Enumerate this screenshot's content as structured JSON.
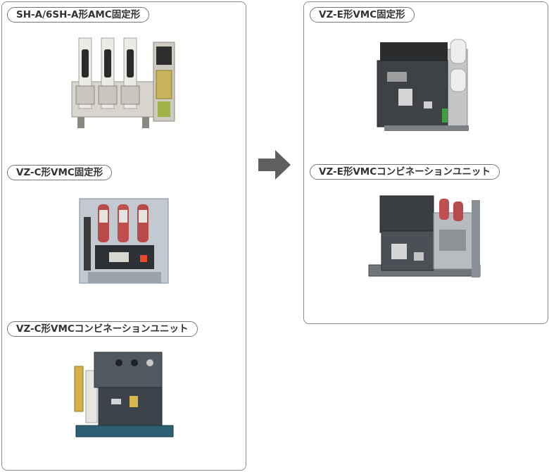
{
  "labels": {
    "sh_a_amc": "SH-A/6SH-A形AMC固定形",
    "vz_c_fixed": "VZ-C形VMC固定形",
    "vz_c_combo": "VZ-C形VMCコンビネーションユニット",
    "vz_e_fixed": "VZ-E形VMC固定形",
    "vz_e_combo": "VZ-E形VMCコンビネーションユニット"
  },
  "colors": {
    "border": "#8c8c8c",
    "arrow": "#5f5f5f",
    "text": "#333333"
  }
}
